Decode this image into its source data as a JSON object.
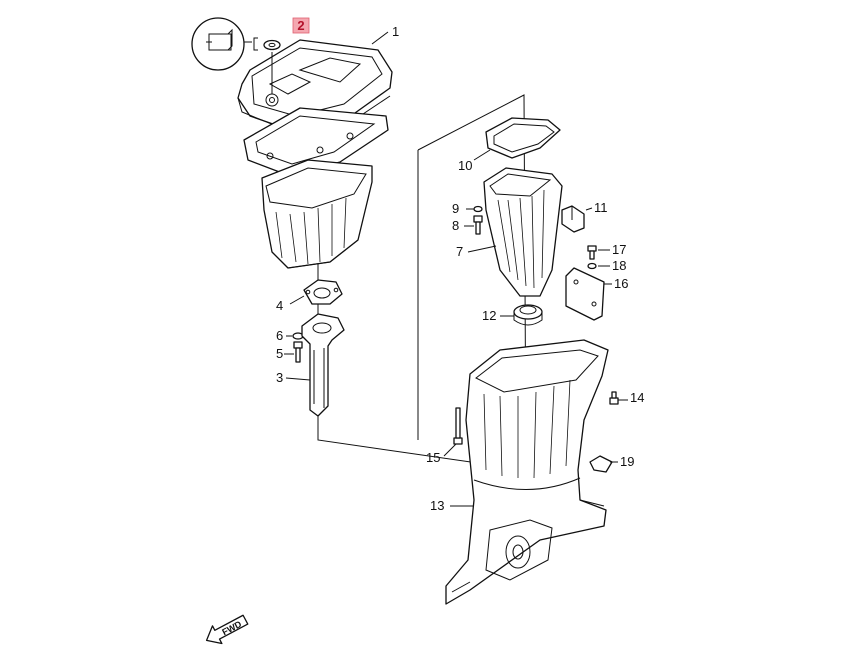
{
  "diagram": {
    "highlighted_callout": "2",
    "highlight_color": "#f4a7b0",
    "callouts": {
      "c1": "1",
      "c2": "2",
      "c3": "3",
      "c4": "4",
      "c5": "5",
      "c6": "6",
      "c7": "7",
      "c8": "8",
      "c9": "9",
      "c10": "10",
      "c11": "11",
      "c12": "12",
      "c13": "13",
      "c14": "14",
      "c15": "15",
      "c16": "16",
      "c17": "17",
      "c18": "18",
      "c19": "19"
    },
    "fwd_label": "FWD"
  }
}
